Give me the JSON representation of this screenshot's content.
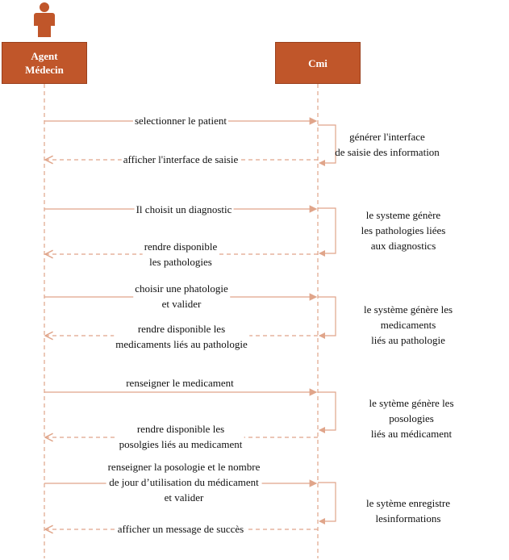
{
  "participants": [
    {
      "name": "Agent\nMédecin"
    },
    {
      "name": "Cmi"
    }
  ],
  "messages": [
    {
      "text": "selectionner le patient",
      "direction": "request"
    },
    {
      "text": "afficher l'interface de saisie",
      "direction": "response"
    },
    {
      "text": "Il choisit un diagnostic",
      "direction": "request"
    },
    {
      "text": "rendre disponible\nles pathologies",
      "direction": "response"
    },
    {
      "text": "choisir une phatologie\net valider",
      "direction": "request"
    },
    {
      "text": "rendre disponible les\nmedicaments liés au pathologie",
      "direction": "response"
    },
    {
      "text": "renseigner le medicament",
      "direction": "request"
    },
    {
      "text": "rendre disponible les\nposolgies liés au medicament",
      "direction": "response"
    },
    {
      "text": "renseigner la posologie et le nombre\nde jour d’utilisation du médicament\net valider",
      "direction": "request"
    },
    {
      "text": "afficher un message de succès",
      "direction": "response"
    }
  ],
  "notes": [
    {
      "text": "générer l'interface\nde saisie des information"
    },
    {
      "text": "le systeme génère\nles pathologies liées\naux diagnostics"
    },
    {
      "text": "le système génère les medicaments\nliés au pathologie"
    },
    {
      "text": "le sytème génère les posologies\nliés au médicament"
    },
    {
      "text": "le sytème enregistre lesinformations"
    }
  ],
  "colors": {
    "participant_fill": "#C0562A",
    "participant_text": "#FFFFFF",
    "line": "#E0A58A",
    "actor_icon": "#C0562A"
  }
}
